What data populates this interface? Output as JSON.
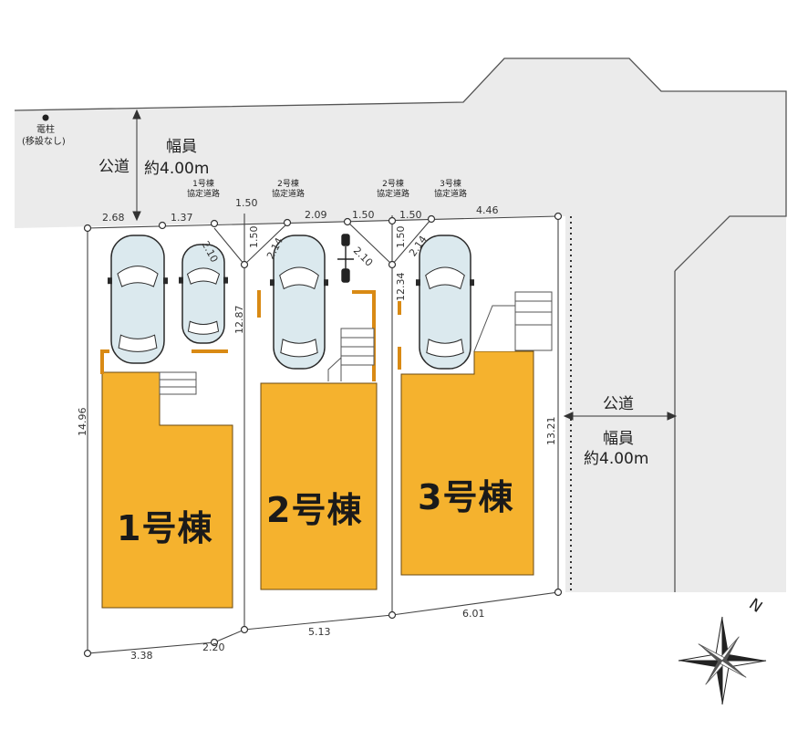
{
  "roads": {
    "north": {
      "label": "公道",
      "width_label": "幅員",
      "width_value": "約4.00m"
    },
    "east": {
      "label": "公道",
      "width_label": "幅員",
      "width_value": "約4.00m"
    }
  },
  "utility_pole": {
    "line1": "電柱",
    "line2": "(移設なし)"
  },
  "agreement_roads": [
    {
      "line1": "1号棟",
      "line2": "協定道路"
    },
    {
      "line1": "2号棟",
      "line2": "協定道路"
    },
    {
      "line1": "2号棟",
      "line2": "協定道路"
    },
    {
      "line1": "3号棟",
      "line2": "協定道路"
    }
  ],
  "buildings": [
    {
      "name": "1号棟"
    },
    {
      "name": "2号棟"
    },
    {
      "name": "3号棟"
    }
  ],
  "dimensions": {
    "top_268": "2.68",
    "top_137": "1.37",
    "top_150a": "1.50",
    "top_210a": "2.10",
    "top_150b": "1.50",
    "top_214a": "2.14",
    "top_209": "2.09",
    "top_150c": "1.50",
    "top_210b": "2.10",
    "top_150d": "1.50",
    "top_150e": "1.50",
    "top_214b": "2.14",
    "top_446": "4.46",
    "left_1496": "14.96",
    "mid_1287": "12.87",
    "mid_1234": "12.34",
    "right_1321": "13.21",
    "bottom_338": "3.38",
    "bottom_220": "2.20",
    "bottom_513": "5.13",
    "bottom_601": "6.01"
  },
  "compass": {
    "north_label": "N"
  },
  "colors": {
    "road": "#ebebeb",
    "building": "#f5b22e",
    "accent_line": "#d98a14",
    "car_body": "#dbe9ee"
  }
}
